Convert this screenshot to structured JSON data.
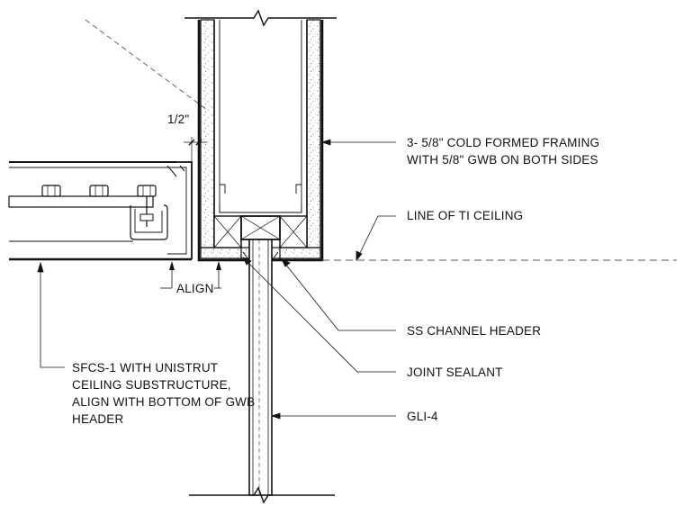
{
  "labels": {
    "framing_line1": "3- 5/8\" COLD FORMED FRAMING",
    "framing_line2": "WITH  5/8\" GWB ON BOTH SIDES",
    "ceiling_line": "LINE OF TI CEILING",
    "channel_header": "SS CHANNEL HEADER",
    "joint_sealant": "JOINT SEALANT",
    "gli": "GLI-4",
    "sfcs_line1": "SFCS-1 WITH UNISTRUT",
    "sfcs_line2": "CEILING SUBSTRUCTURE,",
    "sfcs_line3": "ALIGN WITH BOTTOM OF GWB",
    "sfcs_line4": "HEADER",
    "align": "ALIGN",
    "gap_dim": "1/2\""
  }
}
